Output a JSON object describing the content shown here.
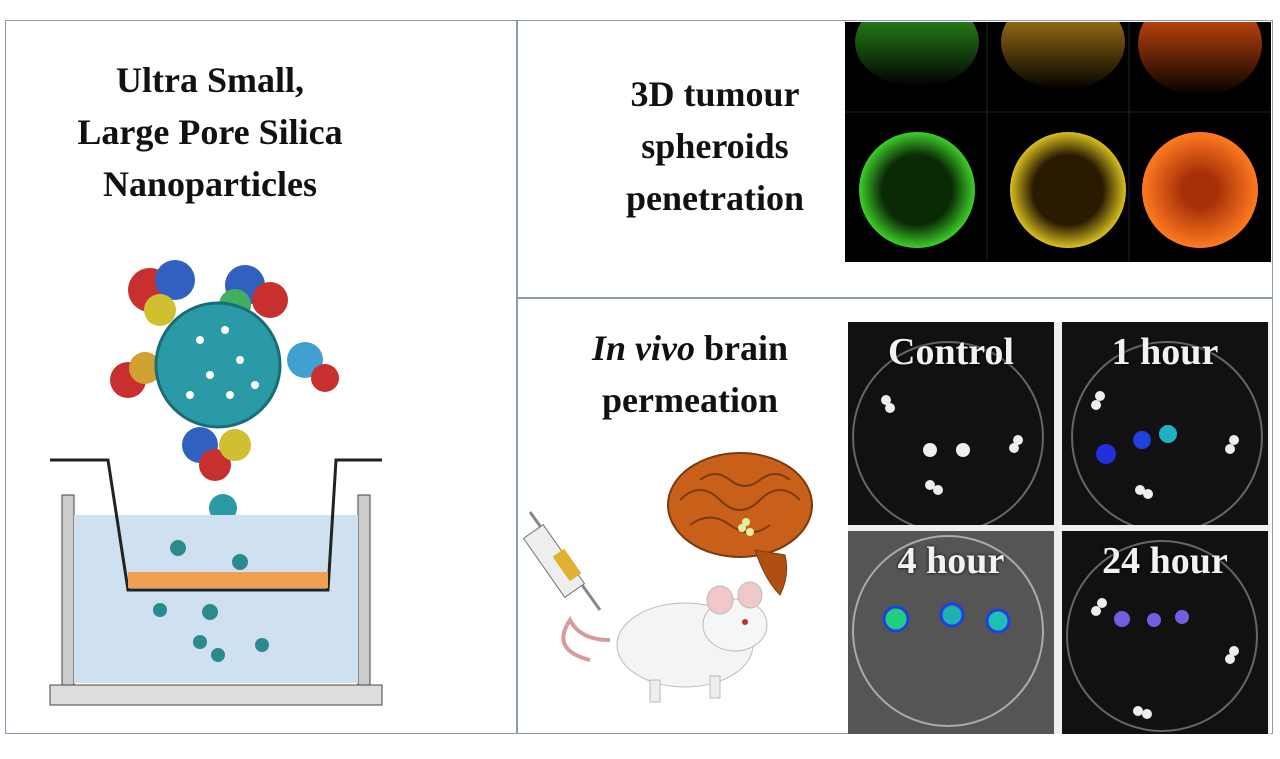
{
  "left_panel": {
    "title_lines": [
      "Ultra Small,",
      "Large Pore Silica",
      "Nanoparticles"
    ]
  },
  "top_right_panel": {
    "title_lines": [
      "3D tumour",
      "spheroids",
      "penetration"
    ]
  },
  "bottom_right_panel": {
    "title_italic": "In vivo",
    "title_rest": " brain",
    "title_line2": "permeation",
    "plates": [
      {
        "label": "Control"
      },
      {
        "label": "1 hour"
      },
      {
        "label": "4 hour"
      },
      {
        "label": "24 hour"
      }
    ]
  },
  "colors": {
    "divider": "#8a9bb0",
    "nanoparticle": "#2a9aa6",
    "brain": "#c8601a",
    "green_fluor": "#3ecf2a",
    "red_fluor": "#ff5a10"
  }
}
